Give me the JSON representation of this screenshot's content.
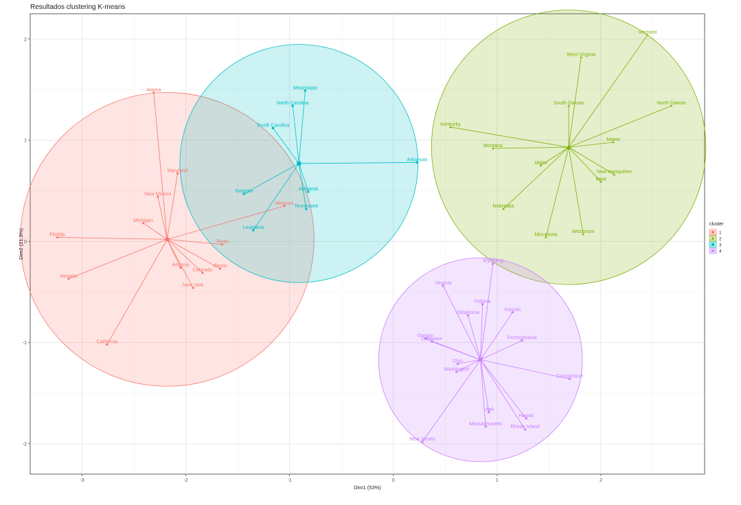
{
  "chart_data": {
    "type": "scatter",
    "title": "Resultados clustering K-means",
    "xlabel": "Dim1 (53%)",
    "ylabel": "Dim2 (21.3%)",
    "xlim": [
      -3.5,
      3.0
    ],
    "ylim": [
      -2.3,
      2.25
    ],
    "x_ticks": [
      -3,
      -2,
      -1,
      0,
      1,
      2
    ],
    "y_ticks": [
      -2,
      -1,
      0,
      1,
      2
    ],
    "grid": true,
    "legend": {
      "title": "cluster",
      "position": "right",
      "entries": [
        "1",
        "2",
        "3",
        "4"
      ]
    },
    "series": [
      {
        "name": "1",
        "color": "#F8766D",
        "marker": "circle",
        "center": [
          -2.18,
          0.02
        ],
        "points": [
          {
            "label": "Alaska",
            "x": -2.31,
            "y": 1.47
          },
          {
            "label": "Maryland",
            "x": -2.08,
            "y": 0.67
          },
          {
            "label": "New Mexico",
            "x": -2.27,
            "y": 0.44
          },
          {
            "label": "Michigan",
            "x": -2.41,
            "y": 0.18
          },
          {
            "label": "Florida",
            "x": -3.24,
            "y": 0.04
          },
          {
            "label": "Texas",
            "x": -1.65,
            "y": -0.03
          },
          {
            "label": "Illinois",
            "x": -1.67,
            "y": -0.27
          },
          {
            "label": "Arizona",
            "x": -2.05,
            "y": -0.26
          },
          {
            "label": "Colorado",
            "x": -1.84,
            "y": -0.31
          },
          {
            "label": "New York",
            "x": -1.93,
            "y": -0.46
          },
          {
            "label": "Nevada",
            "x": -3.13,
            "y": -0.37
          },
          {
            "label": "California",
            "x": -2.76,
            "y": -1.02
          },
          {
            "label": "Missouri",
            "x": -1.05,
            "y": 0.35
          }
        ]
      },
      {
        "name": "2",
        "color": "#7CAE00",
        "marker": "triangle",
        "center": [
          1.69,
          0.93
        ],
        "points": [
          {
            "label": "Vermont",
            "x": 2.45,
            "y": 2.04
          },
          {
            "label": "West Virginia",
            "x": 1.81,
            "y": 1.82
          },
          {
            "label": "South Dakota",
            "x": 1.69,
            "y": 1.34
          },
          {
            "label": "North Dakota",
            "x": 2.68,
            "y": 1.34
          },
          {
            "label": "Kentucky",
            "x": 0.55,
            "y": 1.13
          },
          {
            "label": "Maine",
            "x": 2.12,
            "y": 0.98
          },
          {
            "label": "Montana",
            "x": 0.96,
            "y": 0.92
          },
          {
            "label": "Idaho",
            "x": 1.42,
            "y": 0.75
          },
          {
            "label": "New Hampshire",
            "x": 2.13,
            "y": 0.66
          },
          {
            "label": "Iowa",
            "x": 2.0,
            "y": 0.59
          },
          {
            "label": "Nebraska",
            "x": 1.06,
            "y": 0.32
          },
          {
            "label": "Minnesota",
            "x": 1.47,
            "y": 0.04
          },
          {
            "label": "Wisconsin",
            "x": 1.83,
            "y": 0.07
          }
        ]
      },
      {
        "name": "3",
        "color": "#00BFC4",
        "marker": "square",
        "center": [
          -0.91,
          0.77
        ],
        "points": [
          {
            "label": "Mississippi",
            "x": -0.85,
            "y": 1.49
          },
          {
            "label": "North Carolina",
            "x": -0.97,
            "y": 1.34
          },
          {
            "label": "South Carolina",
            "x": -1.16,
            "y": 1.12
          },
          {
            "label": "Arkansas",
            "x": 0.23,
            "y": 0.78
          },
          {
            "label": "Georgia",
            "x": -1.44,
            "y": 0.47
          },
          {
            "label": "Alabama",
            "x": -0.82,
            "y": 0.49
          },
          {
            "label": "Tennessee",
            "x": -0.84,
            "y": 0.32
          },
          {
            "label": "Louisiana",
            "x": -1.35,
            "y": 0.11
          }
        ]
      },
      {
        "name": "4",
        "color": "#C77CFF",
        "marker": "cross",
        "center": [
          0.84,
          -1.17
        ],
        "points": [
          {
            "label": "Wyoming",
            "x": 0.96,
            "y": -0.22
          },
          {
            "label": "Virginia",
            "x": 0.48,
            "y": -0.44
          },
          {
            "label": "Indiana",
            "x": 0.86,
            "y": -0.62
          },
          {
            "label": "Oklahoma",
            "x": 0.72,
            "y": -0.73
          },
          {
            "label": "Kansas",
            "x": 1.15,
            "y": -0.7
          },
          {
            "label": "Oregon",
            "x": 0.31,
            "y": -0.96
          },
          {
            "label": "Delaware",
            "x": 0.37,
            "y": -0.99
          },
          {
            "label": "Pennsylvania",
            "x": 1.24,
            "y": -0.98
          },
          {
            "label": "Connecticut",
            "x": 1.7,
            "y": -1.36
          },
          {
            "label": "Ohio",
            "x": 0.62,
            "y": -1.21
          },
          {
            "label": "Washington",
            "x": 0.61,
            "y": -1.29
          },
          {
            "label": "Utah",
            "x": 0.92,
            "y": -1.69
          },
          {
            "label": "Massachusetts",
            "x": 0.89,
            "y": -1.83
          },
          {
            "label": "Hawaii",
            "x": 1.28,
            "y": -1.75
          },
          {
            "label": "Rhode Island",
            "x": 1.27,
            "y": -1.86
          },
          {
            "label": "New Jersey",
            "x": 0.28,
            "y": -1.98
          }
        ]
      }
    ]
  }
}
